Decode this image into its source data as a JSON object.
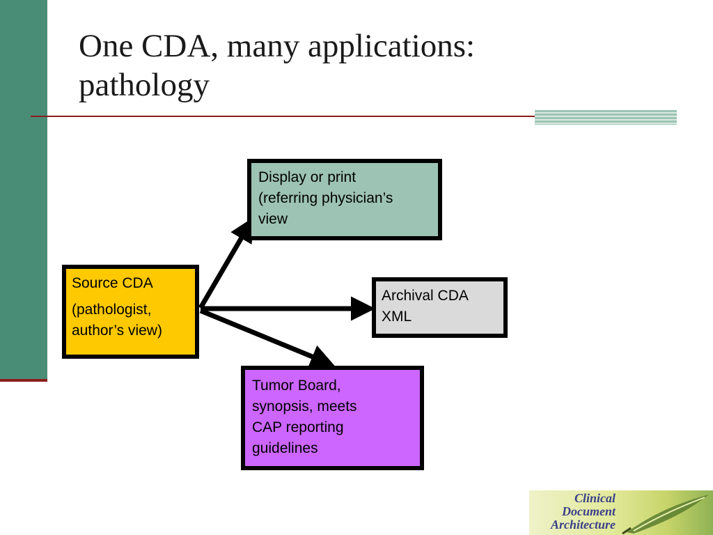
{
  "slide": {
    "title_line1": "One CDA, many applications:",
    "title_line2": "pathology"
  },
  "diagram": {
    "source": {
      "line1": "Source CDA",
      "line2": "(pathologist,",
      "line3": "author’s view)",
      "fill": "#ffc900"
    },
    "display": {
      "line1": "Display or print",
      "line2": "(referring physician’s",
      "line3": "view",
      "fill": "#9dc3b4"
    },
    "archival": {
      "line1": "Archival CDA",
      "line2": "XML",
      "fill": "#dadada"
    },
    "tumor": {
      "line1": "Tumor Board,",
      "line2": "synopsis, meets",
      "line3": "CAP reporting",
      "line4": "guidelines",
      "fill": "#cc66ff"
    },
    "edges": [
      {
        "from": "source",
        "to": "display"
      },
      {
        "from": "source",
        "to": "archival"
      },
      {
        "from": "source",
        "to": "tumor"
      }
    ]
  },
  "logo": {
    "line1": "Clinical",
    "line2": "Document",
    "line3": "Architecture"
  },
  "colors": {
    "sidebar": "#4a8d76",
    "rule": "#8b1e1e"
  }
}
